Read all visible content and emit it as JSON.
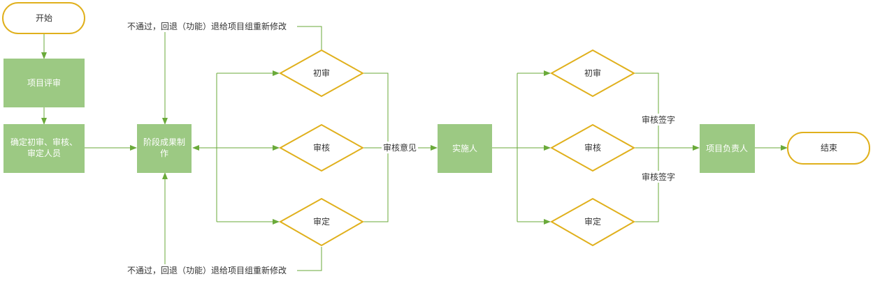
{
  "colors": {
    "box_fill": "#9cc983",
    "decision_stroke": "#e0b01c",
    "terminal_stroke": "#e0b01c",
    "arrow": "#6aaa3a",
    "text_dark": "#333333"
  },
  "nodes": {
    "start": "开始",
    "project_review": "项目评审",
    "assign_reviewers_line1": "确定初审、审核、",
    "assign_reviewers_line2": "审定人员",
    "stage_output_line1": "阶段成果制",
    "stage_output_line2": "作",
    "left_initial_review": "初审",
    "left_audit": "审核",
    "left_approval": "审定",
    "implementer": "实施人",
    "right_initial_review": "初审",
    "right_audit": "审核",
    "right_approval": "审定",
    "project_lead": "项目负责人",
    "end": "结束"
  },
  "labels": {
    "reject_top": "不通过，回退（功能）退给项目组重新修改",
    "reject_bottom": "不通过，回退（功能）退给项目组重新修改",
    "review_opinion": "审核意见",
    "signoff_top": "审核签字",
    "signoff_bottom": "审核签字"
  }
}
